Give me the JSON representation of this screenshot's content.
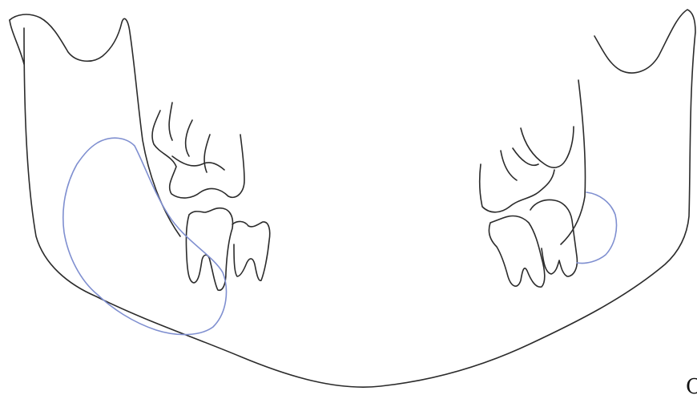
{
  "panel": {
    "label": "C"
  },
  "colors": {
    "outline": "#2b2b2b",
    "lesion": "#7f8fd0"
  },
  "structures": [
    "mandible-outline",
    "right-ramus",
    "left-ramus",
    "right-impacted-molar",
    "right-erupted-molar",
    "right-second-molar",
    "left-impacted-molar",
    "left-erupted-molar",
    "left-second-molar",
    "right-lesion-outline",
    "left-lesion-outline"
  ]
}
